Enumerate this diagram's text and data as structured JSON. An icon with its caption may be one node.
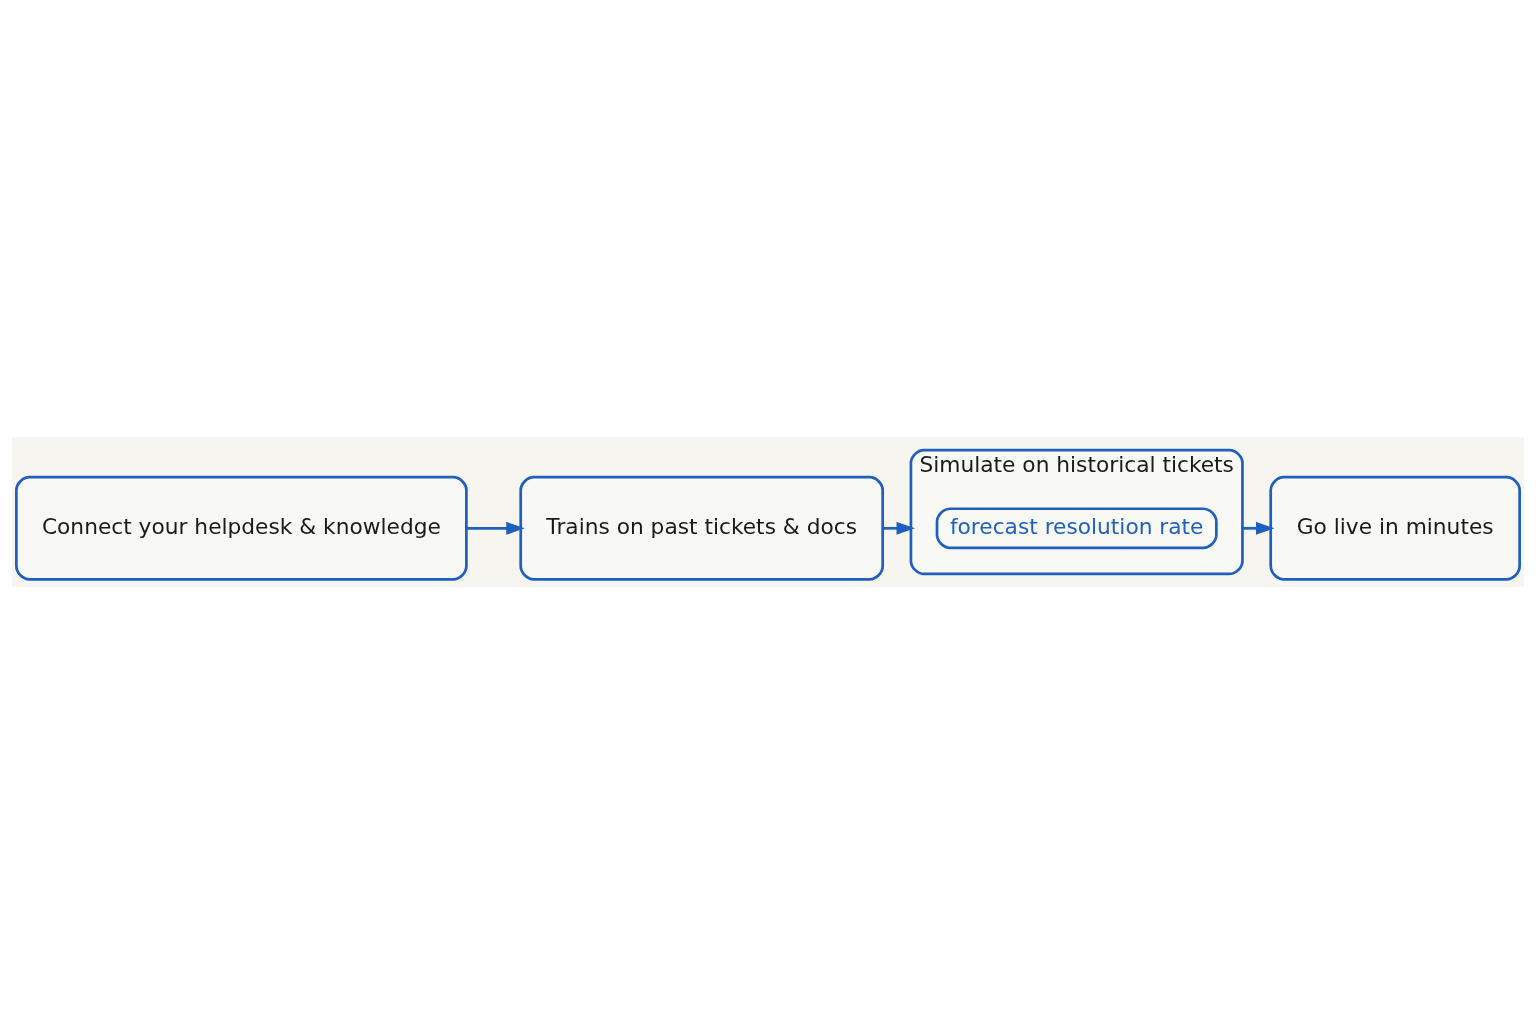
{
  "diagram": {
    "nodes": [
      {
        "text": [
          "Connect your helpdesk & knowledge"
        ]
      },
      {
        "text": [
          "Trains on past tickets & docs"
        ]
      },
      {
        "text": [
          "Simulate on historical tickets"
        ]
      },
      {
        "text": [
          "forecast resolution rate"
        ],
        "in": 2
      },
      {
        "text": [
          "Go live in minutes"
        ]
      }
    ],
    "edges": [
      {
        "from": 0,
        "to": 1,
        "arrow": "to"
      },
      {
        "from": 1,
        "to": 2,
        "arrow": "to"
      },
      {
        "from": 2,
        "to": 4,
        "arrow": "to"
      }
    ]
  }
}
